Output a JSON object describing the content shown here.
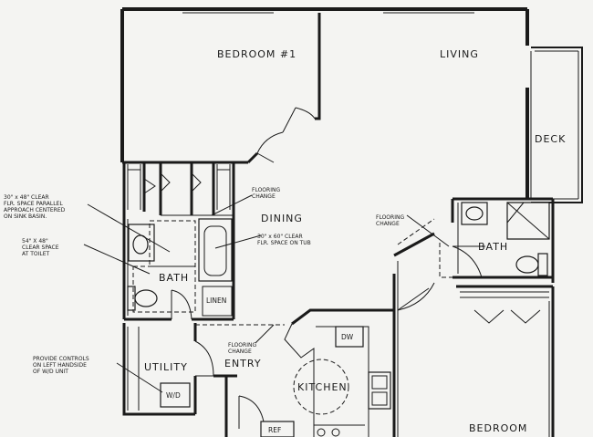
{
  "rooms": {
    "bedroom1": "BEDROOM #1",
    "living": "LIVING",
    "deck": "DECK",
    "dining": "DINING",
    "bath_left": "BATH",
    "bath_right": "BATH",
    "linen": "LINEN",
    "utility": "UTILITY",
    "wd": "W/D",
    "entry": "ENTRY",
    "kitchen": "KITCHEN",
    "dw": "DW",
    "ref": "REF",
    "bedroom2": "BEDROOM"
  },
  "notes": {
    "sink_clearance": [
      "30\" x 48\" CLEAR",
      "FLR. SPACE PARALLEL",
      "APPROACH CENTERED",
      "ON SINK BASIN."
    ],
    "toilet_clearance": [
      "54\" X 48\"",
      "CLEAR SPACE",
      "AT TOILET"
    ],
    "wd_controls": [
      "PROVIDE CONTROLS",
      "ON LEFT HANDSIDE",
      "OF W/D UNIT"
    ],
    "flooring_change_top": [
      "FLOORING",
      "CHANGE"
    ],
    "flooring_change_right": [
      "FLOORING",
      "CHANGE"
    ],
    "flooring_change_entry": [
      "FLOORING",
      "CHANGE"
    ],
    "tub_clearance": [
      "30\" x 60\" CLEAR",
      "FLR. SPACE ON TUB"
    ]
  },
  "colors": {
    "paper": "#f4f4f2",
    "ink": "#1a1a1a"
  }
}
